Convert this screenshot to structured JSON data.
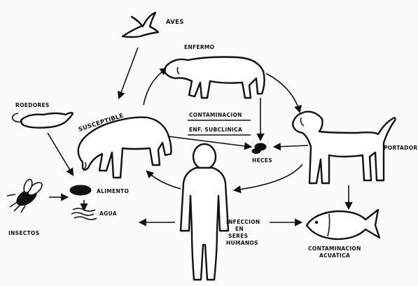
{
  "labels": {
    "aves": "AVES",
    "enfermo": "ENFERMO",
    "roedores": "ROEDORES",
    "susceptible": "SUSCEPTIBLE",
    "contaminacion": "CONTAMINACION",
    "enf_subclinica": "ENF. SUBCLINICA",
    "heces": "HECES",
    "portador": "PORTADOR",
    "alimento": "ALIMENTO",
    "agua": "AGUA",
    "insectos": "INSECTOS",
    "infeccion_1": "INFECCION",
    "infeccion_2": "EN",
    "infeccion_3": "SERES",
    "infeccion_4": "HUMANOS",
    "contam_acuatica_1": "CONTAMINACION",
    "contam_acuatica_2": "ACUATICA"
  }
}
